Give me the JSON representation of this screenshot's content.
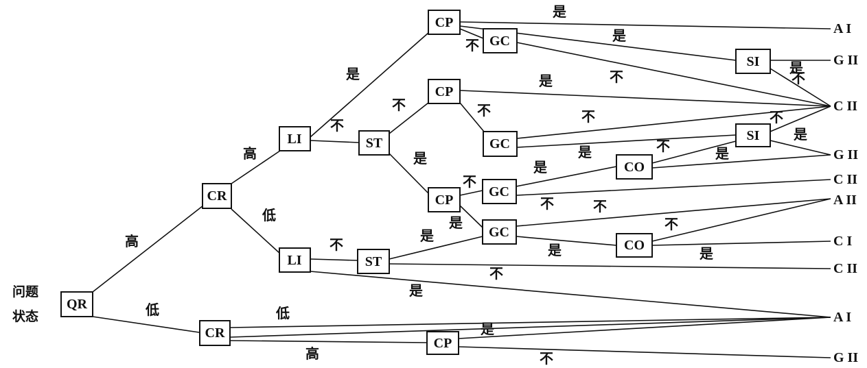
{
  "root_label": [
    "问题",
    "状态"
  ],
  "nodes": {
    "QR": "QR",
    "CR_top": "CR",
    "CR_bottom": "CR",
    "LI_top": "LI",
    "LI_bottom": "LI",
    "ST_top": "ST",
    "ST_bottom": "ST",
    "CP1": "CP",
    "CP2": "CP",
    "CP3": "CP",
    "CP4": "CP",
    "GC1": "GC",
    "GC2": "GC",
    "GC3": "GC",
    "GC4": "GC",
    "SI1": "SI",
    "SI2": "SI",
    "CO1": "CO",
    "CO2": "CO"
  },
  "leaves": [
    "A I",
    "G II",
    "C II",
    "G II",
    "C II",
    "A II",
    "C I",
    "C II",
    "A I",
    "G II"
  ],
  "edge_labels": {
    "qr_cr_top": "高",
    "qr_cr_bottom": "低",
    "cr_li_top": "高",
    "cr_li_bottom": "低",
    "li_cp1": "是",
    "li_st_top": "不",
    "st_cp2": "不",
    "st_cp3": "是",
    "cp1_ai": "是",
    "cp1_gc1": "不",
    "gc1_si1": "是",
    "gc1_cii": "不",
    "si1_gii": "是",
    "si1_cii": "不",
    "cp2_cii": "是",
    "cp2_gc2": "不",
    "gc2_cii": "不",
    "gc2_co1": "是",
    "co1_si2": "不",
    "co1_gii": "是",
    "si2_cii": "不",
    "si2_gii": "是",
    "cp3_gc3": "不",
    "gc3_co1": "是",
    "gc3_cii": "不",
    "cp3_gc4": "是",
    "li_st_bottom": "不",
    "st_gc4": "是",
    "st_cii": "不",
    "li_ai": "是",
    "gc4_aii": "不",
    "gc4_co2": "是",
    "co2_aii": "不",
    "co2_ci": "是",
    "cr_ai": "低",
    "cr_cp4": "高",
    "cp4_ai": "是",
    "cp4_gii": "不"
  }
}
